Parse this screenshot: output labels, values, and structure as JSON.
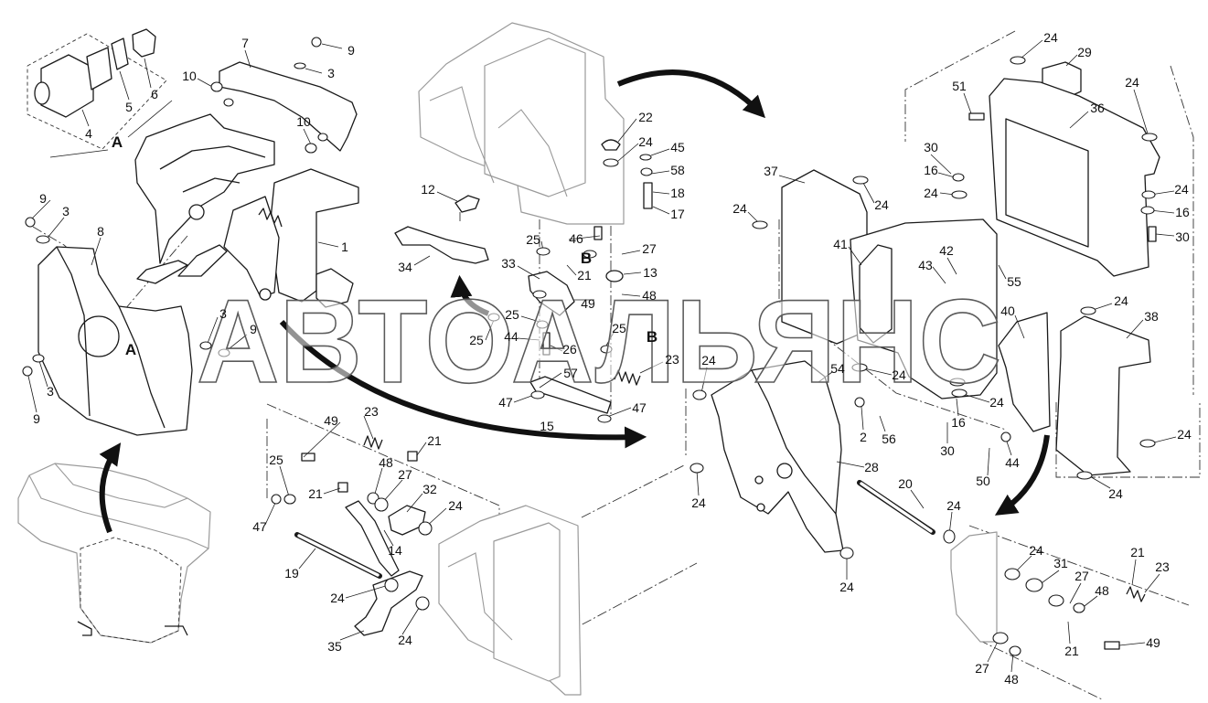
{
  "watermark": "АВТОАЛЬЯНС",
  "view_markers": {
    "a_inset": "A",
    "a_cover": "A",
    "b_upper": "B",
    "b_lower": "B"
  },
  "callouts": {
    "left": [
      "9",
      "7",
      "3",
      "10",
      "10",
      "5",
      "6",
      "4",
      "9",
      "3",
      "8",
      "1",
      "3",
      "9",
      "3",
      "9"
    ],
    "middle_top": [
      "22",
      "24",
      "45",
      "58",
      "18",
      "17",
      "12",
      "25",
      "46",
      "27",
      "34",
      "33",
      "21",
      "13",
      "49",
      "48",
      "25",
      "25",
      "44",
      "25",
      "26",
      "23",
      "57",
      "47",
      "15",
      "47"
    ],
    "middle_bottom": [
      "23",
      "49",
      "21",
      "25",
      "48",
      "27",
      "21",
      "32",
      "24",
      "47",
      "14",
      "19",
      "24",
      "24",
      "35"
    ],
    "right": [
      "24",
      "29",
      "51",
      "24",
      "36",
      "30",
      "16",
      "24",
      "37",
      "24",
      "24",
      "24",
      "16",
      "30",
      "41",
      "42",
      "43",
      "55",
      "24",
      "40",
      "38",
      "24",
      "54",
      "24",
      "24",
      "16",
      "2",
      "56",
      "30",
      "44",
      "50",
      "28",
      "20",
      "24",
      "24",
      "24",
      "24",
      "24",
      "24",
      "21",
      "31",
      "23",
      "27",
      "48",
      "21",
      "49",
      "27",
      "48"
    ]
  }
}
